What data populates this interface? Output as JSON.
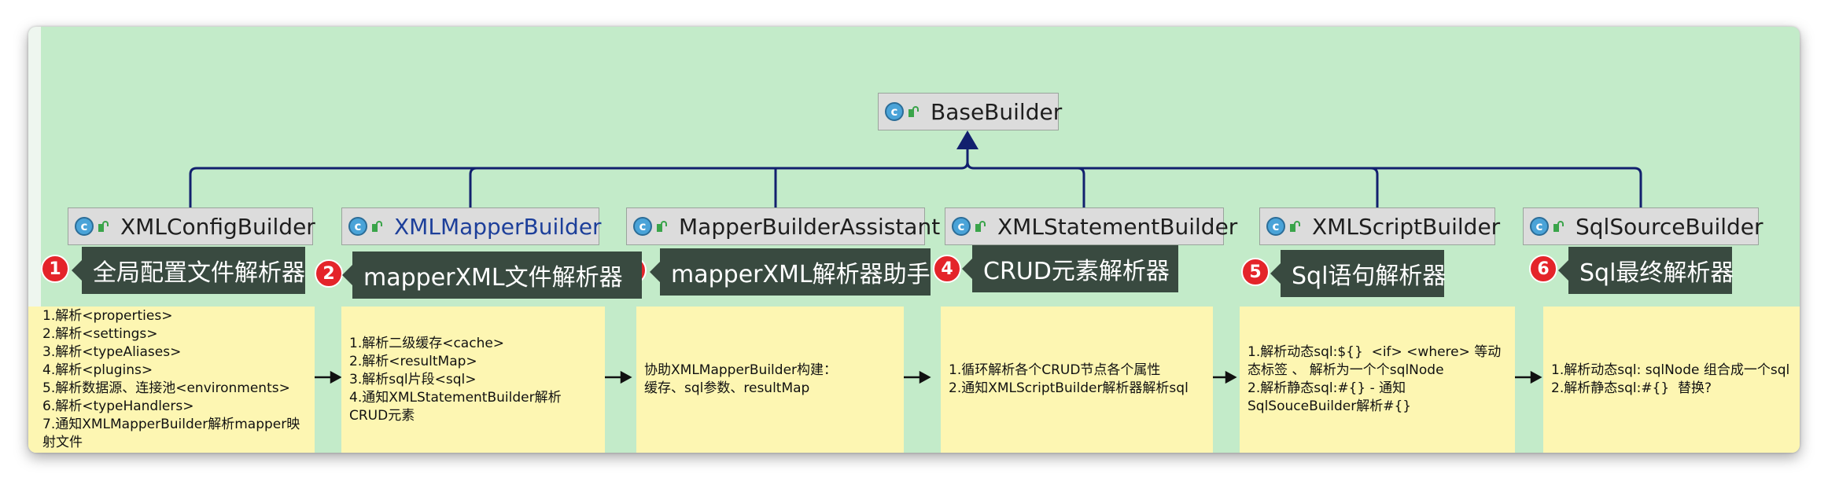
{
  "diagram": {
    "root": {
      "name": "BaseBuilder"
    },
    "classes": [
      {
        "name": "XMLConfigBuilder",
        "number": "1",
        "tag": "全局配置文件解析器",
        "notes": [
          "1.解析<properties>",
          "2.解析<settings>",
          "3.解析<typeAliases>",
          "4.解析<plugins>",
          "5.解析数据源、连接池<environments>",
          "6.解析<typeHandlers>",
          "7.通知XMLMapperBuilder解析mapper映射文件"
        ]
      },
      {
        "name": "XMLMapperBuilder",
        "number": "2",
        "tag": "mapperXML文件解析器",
        "notes": [
          "1.解析二级缓存<cache>",
          "2.解析<resultMap>",
          "3.解析sql片段<sql>",
          "4.通知XMLStatementBuilder解析CRUD元素"
        ]
      },
      {
        "name": "MapperBuilderAssistant",
        "number": "3",
        "tag": "mapperXML解析器助手",
        "notes": [
          "协助XMLMapperBuilder构建：",
          "缓存、sql参数、resultMap"
        ]
      },
      {
        "name": "XMLStatementBuilder",
        "number": "4",
        "tag": "CRUD元素解析器",
        "notes": [
          "1.循环解析各个CRUD节点各个属性",
          "2.通知XMLScriptBuilder解析器解析sql"
        ]
      },
      {
        "name": "XMLScriptBuilder",
        "number": "5",
        "tag": "Sql语句解析器",
        "notes": [
          "1.解析动态sql:${}  <if> <where> 等动态标签 、 解析为一个个sqlNode",
          "2.解析静态sql:#{} - 通知SqlSouceBuilder解析#{}"
        ]
      },
      {
        "name": "SqlSourceBuilder",
        "number": "6",
        "tag": "Sql最终解析器",
        "notes": [
          "1.解析动态sql: sqlNode 组合成一个sql",
          "2.解析静态sql:#{}  替换?"
        ]
      }
    ]
  },
  "colors": {
    "background": "#c3ebc9",
    "connector": "#12206e",
    "badge": "#e4242a",
    "tag": "#394a40",
    "note": "#fdf6b2",
    "class_box": "#dcdcdc"
  },
  "icons": [
    "class-icon",
    "public-icon",
    "arrow-right-icon",
    "inheritance-arrow-icon"
  ]
}
